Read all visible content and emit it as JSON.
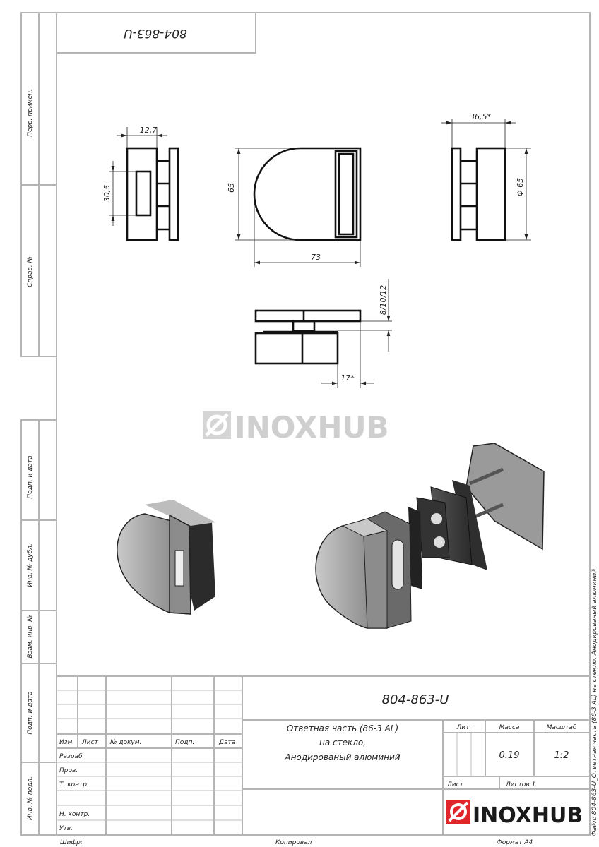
{
  "drawing_code": "804-863-U",
  "side_labels": [
    "Перв. примен.",
    "Справ. №",
    "Подп. и дата",
    "Инв. № дубл.",
    "Взам. инв. №",
    "Подп. и дата",
    "Инв. № подл."
  ],
  "dimensions": {
    "width_left": "12,7",
    "height_left": "30,5",
    "height_front": "65",
    "width_front": "73",
    "depth_right": "36,5*",
    "diameter_right": "Φ 65",
    "glass": "8/10/12",
    "offset_bottom": "17*"
  },
  "watermark": "INOXHUB",
  "title_block": {
    "code": "804-863-U",
    "description": [
      "Ответная часть (86-3 AL)",
      "на стекло,",
      "Анодированый алюминий"
    ],
    "headers": {
      "izm": "Изм.",
      "list": "Лист",
      "doc": "№ докум.",
      "podp": "Подп.",
      "date": "Дата"
    },
    "roles": [
      "Разраб.",
      "Пров.",
      "Т. контр.",
      "",
      "Н. контр.",
      "Утв."
    ],
    "lit_label": "Лит.",
    "mass_label": "Масса",
    "scale_label": "Масштаб",
    "mass": "0.19",
    "scale": "1:2",
    "sheet_label": "Лист",
    "sheets_label": "Листов 1",
    "logo": "INOXHUB",
    "logo_color": "#e0262b"
  },
  "footer": {
    "cipher": "Шифр:",
    "copied": "Копировал",
    "format": "Формат А4"
  },
  "file_note": "Файл: 804-863-U_Ответная часть (86-3 AL)  на стекло, Анодированый алюминий"
}
